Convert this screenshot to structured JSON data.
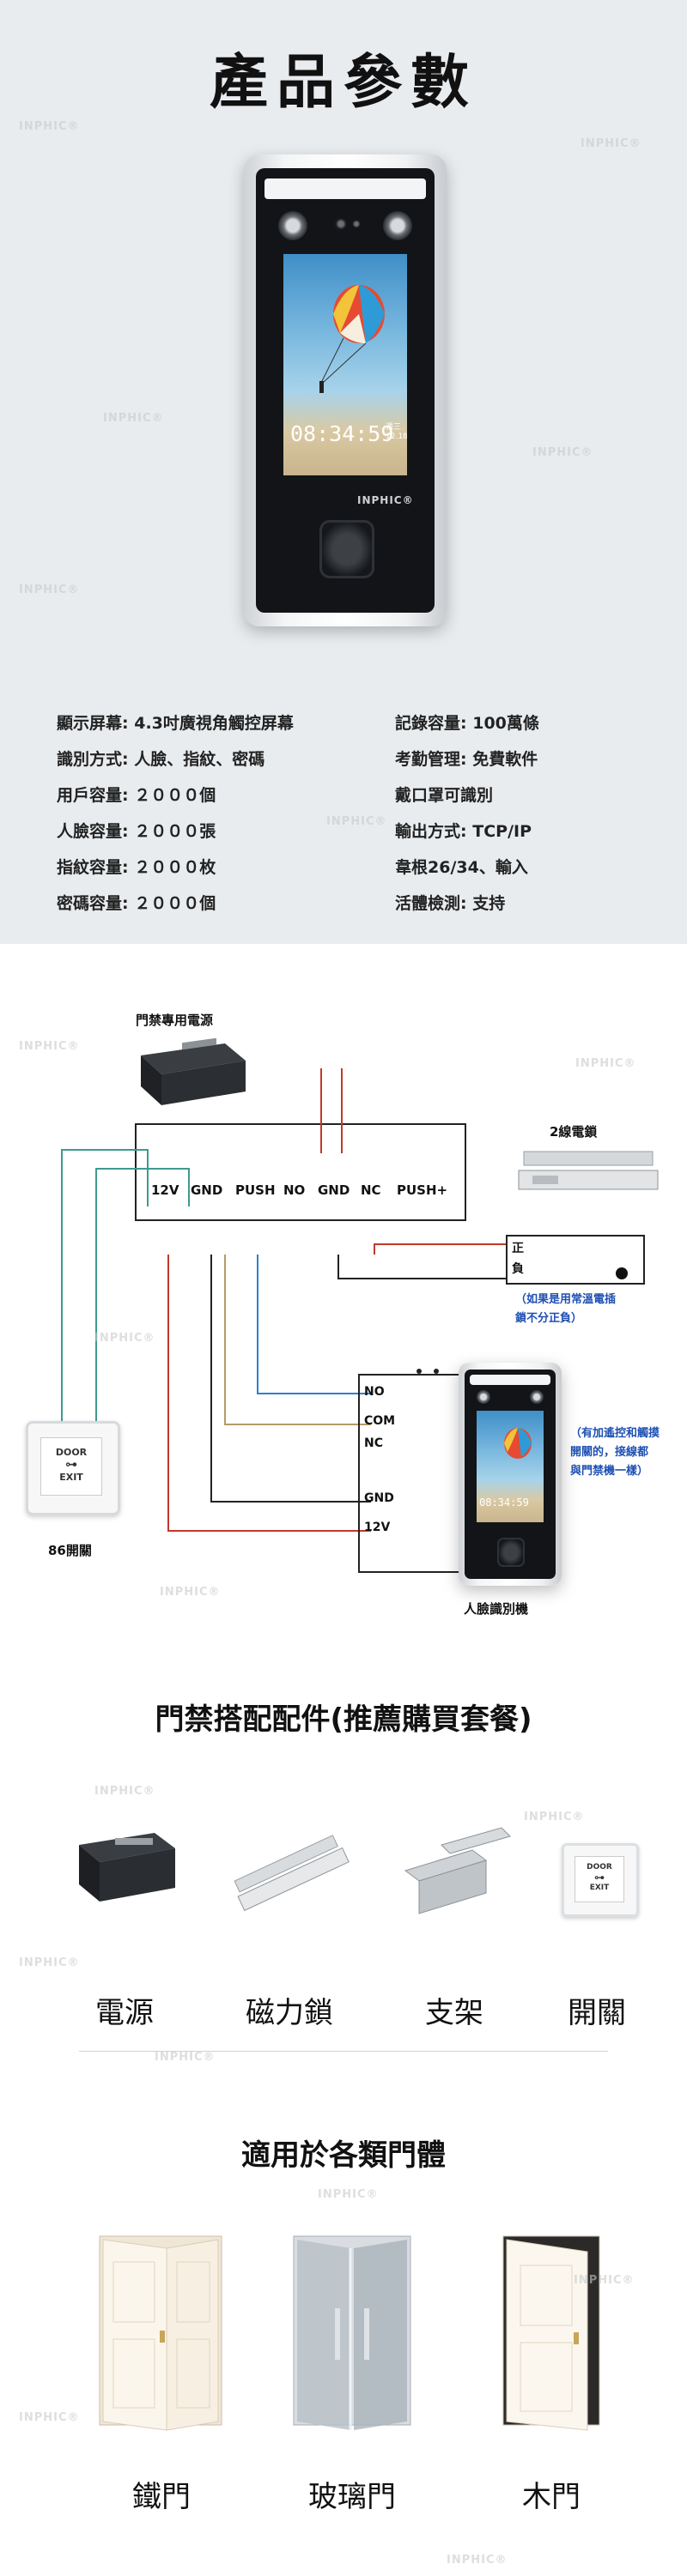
{
  "section_specs": {
    "title": "產品參數",
    "device": {
      "screen_time": "08:34:59",
      "screen_weekday": "週三",
      "screen_date": "12.18",
      "logo": "INPHIC®"
    },
    "specs_left": [
      {
        "label": "顯示屏幕:",
        "value": "4.3吋廣視角觸控屏幕"
      },
      {
        "label": "識別方式:",
        "value": "人臉、指紋、密碼"
      },
      {
        "label": "用戶容量:",
        "value": "２０００個"
      },
      {
        "label": "人臉容量:",
        "value": "２０００張"
      },
      {
        "label": "指紋容量:",
        "value": "２０００枚"
      },
      {
        "label": "密碼容量:",
        "value": "２０００個"
      }
    ],
    "specs_right": [
      {
        "label": "記錄容量:",
        "value": "100萬條"
      },
      {
        "label": "考勤管理:",
        "value": "免費軟件"
      },
      {
        "label": "戴口罩可識別",
        "value": ""
      },
      {
        "label": "輸出方式:",
        "value": "TCP/IP"
      },
      {
        "label": "韋根26/34、輸入",
        "value": ""
      },
      {
        "label": "活體檢測:",
        "value": "支持"
      }
    ]
  },
  "section_wiring": {
    "power_label": "門禁專用電源",
    "power_terminals": [
      "12V",
      "GND",
      "PUSH",
      "NO",
      "GND",
      "NC",
      "PUSH+"
    ],
    "lock_label": "2線電鎖",
    "lock_terminals": [
      "正",
      "負"
    ],
    "lock_note": [
      "（如果是用常溫電插",
      "鎖不分正負）"
    ],
    "exit_button_label": "86開關",
    "exit_button_text_top": "DOOR",
    "exit_button_text_bottom": "EXIT",
    "device_terminals": [
      "NO",
      "COM",
      "NC",
      "GND",
      "12V"
    ],
    "device_label": "人臉識別機",
    "device_note": [
      "（有加遙控和觸摸",
      "開關的，接線都",
      "與門禁機一樣）"
    ],
    "device_screen_time": "08:34:59"
  },
  "section_accessories": {
    "title": "門禁搭配配件(推薦購買套餐)",
    "items": [
      {
        "name": "電源",
        "icon": "power-supply-icon"
      },
      {
        "name": "磁力鎖",
        "icon": "magnetic-lock-icon"
      },
      {
        "name": "支架",
        "icon": "bracket-icon"
      },
      {
        "name": "開關",
        "icon": "exit-switch-icon"
      }
    ],
    "switch_text_top": "DOOR",
    "switch_text_bottom": "EXIT"
  },
  "section_doors": {
    "title": "適用於各類門體",
    "items": [
      {
        "name": "鐵門",
        "icon": "steel-door-icon"
      },
      {
        "name": "玻璃門",
        "icon": "glass-door-icon"
      },
      {
        "name": "木門",
        "icon": "wood-door-icon"
      }
    ]
  },
  "watermark": "INPHIC®",
  "colors": {
    "wire_red": "#c0392b",
    "wire_teal": "#3f9a8f",
    "wire_blue": "#2f7fd0",
    "wire_tan": "#b79a6a",
    "wire_black": "#222222",
    "note_blue": "#1e4fb3"
  }
}
